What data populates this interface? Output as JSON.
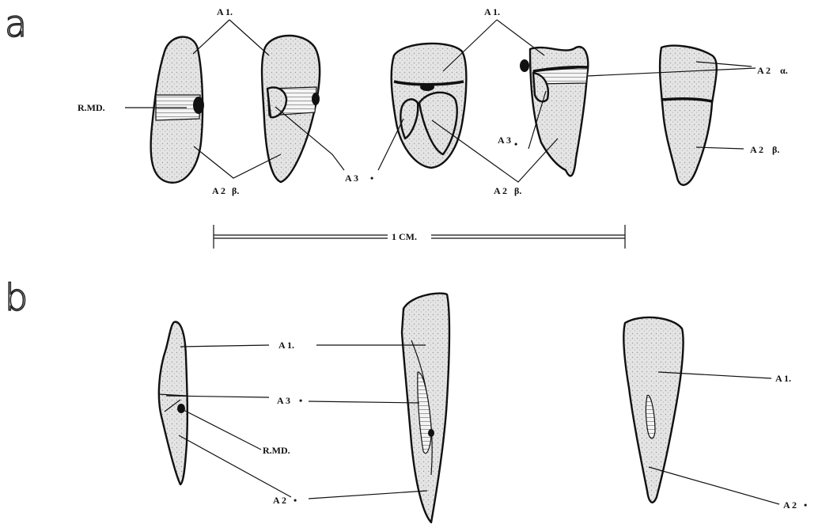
{
  "panels": {
    "a": "a",
    "b": "b"
  },
  "labels": {
    "a1_left": "A 1.",
    "a1_center": "A 1.",
    "a2_alpha": "A 2",
    "alpha": "α.",
    "rmd_a": "R.MD.",
    "a3_a_left": "A 3",
    "a3_a_right": "A 3",
    "a2b_left": "A 2",
    "a2b_mid": "A 2",
    "a2b_right": "A 2",
    "beta": "β.",
    "scale": "1 CM.",
    "b_a1_mid": "A 1.",
    "b_a3": "A 3",
    "b_rmd": "R.MD.",
    "b_a2_left": "A 2",
    "b_a1_right": "A 1.",
    "b_a2_right": "A 2"
  }
}
